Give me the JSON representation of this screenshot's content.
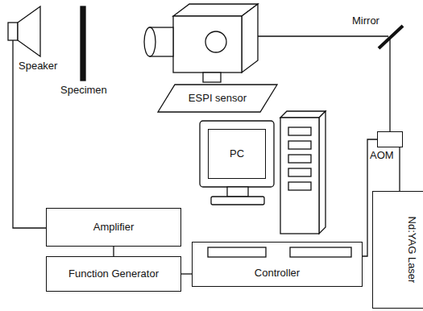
{
  "diagram": {
    "nodes": [
      {
        "text": [
          "ESPI sensor"
        ]
      },
      {
        "text": [
          "PC"
        ]
      },
      {
        "text": [
          "AOM"
        ]
      },
      {
        "text": [
          "Amplifier"
        ]
      },
      {
        "text": [
          "Function Generator"
        ]
      },
      {
        "text": [
          "Controller"
        ]
      },
      {
        "text": [
          "Nd:YAG Laser"
        ]
      }
    ],
    "edges": [
      {
        "from": 3,
        "to": 4,
        "arrow": "none"
      },
      {
        "from": 4,
        "to": 5,
        "arrow": "none"
      },
      {
        "from": 5,
        "to": 2,
        "arrow": "none"
      },
      {
        "from": 2,
        "to": 6,
        "arrow": "none"
      }
    ],
    "labels": [
      "Speaker",
      "Specimen",
      "Mirror"
    ]
  }
}
